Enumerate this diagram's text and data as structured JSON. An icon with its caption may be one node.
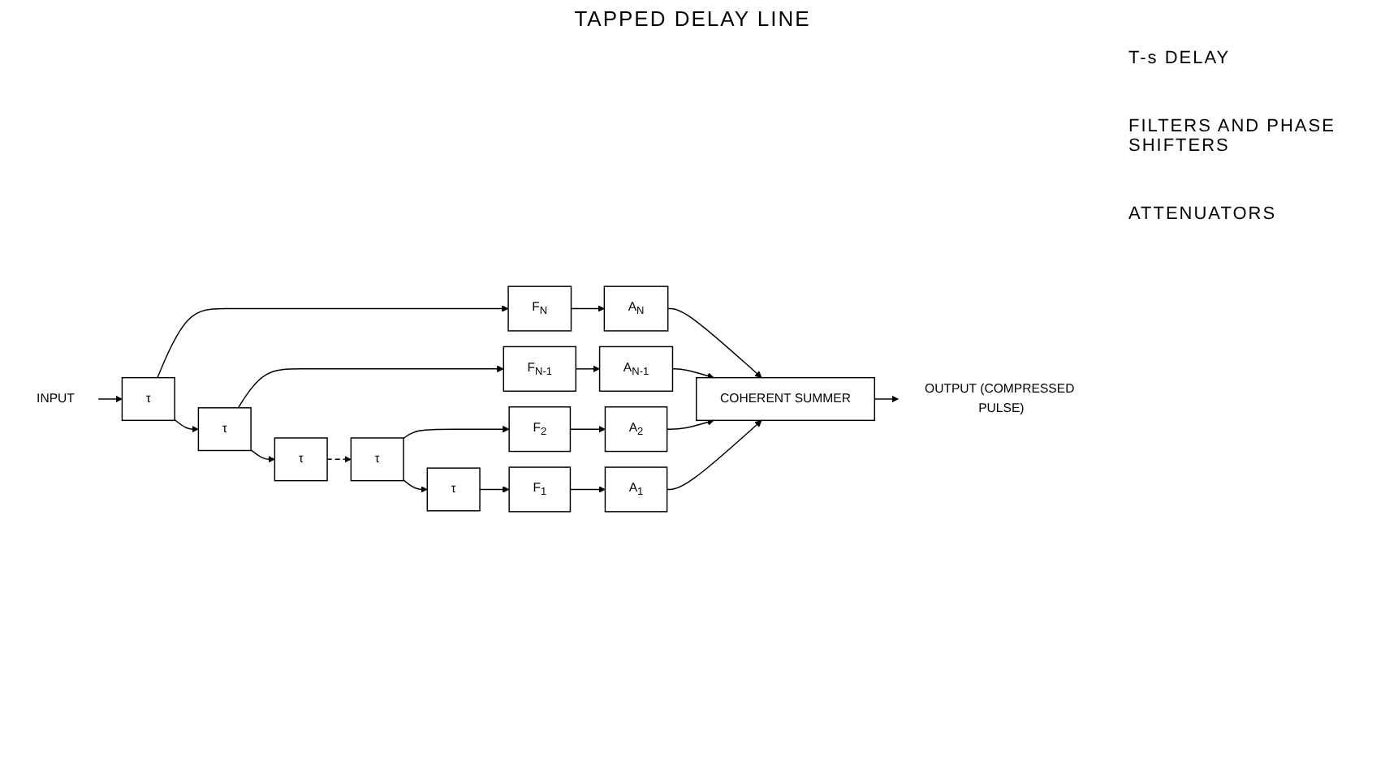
{
  "diagram": {
    "title": "TAPPED DELAY LINE",
    "nodes": [
      {
        "text": [
          "INPUT"
        ]
      },
      {
        "text": [
          "τ"
        ]
      },
      {
        "text": [
          "τ"
        ]
      },
      {
        "text": [
          "τ"
        ]
      },
      {
        "text": [
          "τ"
        ]
      },
      {
        "text": [
          "τ"
        ]
      },
      {
        "text": [
          "F$_{N}$"
        ]
      },
      {
        "text": [
          "F$_{N-1}$"
        ]
      },
      {
        "text": [
          "F$_{2}$"
        ]
      },
      {
        "text": [
          "F$_{1}$"
        ]
      },
      {
        "text": [
          "A$_{N}$"
        ]
      },
      {
        "text": [
          "A$_{N-1}$"
        ]
      },
      {
        "text": [
          "A$_{2}$"
        ]
      },
      {
        "text": [
          "A$_{1}$"
        ]
      },
      {
        "text": [
          "COHERENT SUMMER"
        ]
      },
      {
        "text": [
          "OUTPUT (COMPRESSED PULSE)"
        ]
      }
    ],
    "edges": [
      {
        "from": 0,
        "to": 1,
        "arrow": "to"
      },
      {
        "from": 1,
        "to": 2,
        "arrow": "to"
      },
      {
        "from": 2,
        "to": 3,
        "arrow": "to"
      },
      {
        "from": 3,
        "to": 4,
        "arrow": "to",
        "style": "dashed"
      },
      {
        "from": 4,
        "to": 5,
        "arrow": "to"
      },
      {
        "from": 1,
        "to": 6,
        "arrow": "to"
      },
      {
        "from": 2,
        "to": 7,
        "arrow": "to"
      },
      {
        "from": 4,
        "to": 8,
        "arrow": "to"
      },
      {
        "from": 5,
        "to": 9,
        "arrow": "to"
      },
      {
        "from": 6,
        "to": 10,
        "arrow": "to"
      },
      {
        "from": 7,
        "to": 11,
        "arrow": "to"
      },
      {
        "from": 8,
        "to": 12,
        "arrow": "to"
      },
      {
        "from": 9,
        "to": 13,
        "arrow": "to"
      },
      {
        "from": 10,
        "to": 14,
        "arrow": "to"
      },
      {
        "from": 11,
        "to": 14,
        "arrow": "to"
      },
      {
        "from": 12,
        "to": 14,
        "arrow": "to"
      },
      {
        "from": 13,
        "to": 14,
        "arrow": "to"
      },
      {
        "from": 14,
        "to": 15,
        "arrow": "to"
      }
    ],
    "labels": [
      "T-s DELAY",
      "FILTERS AND PHASE SHIFTERS",
      "ATTENUATORS"
    ]
  }
}
